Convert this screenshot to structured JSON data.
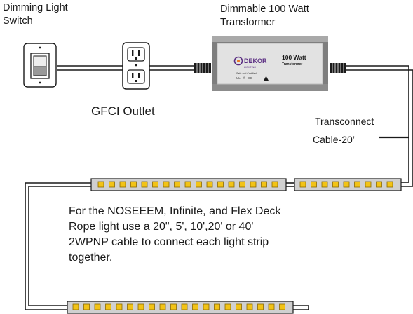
{
  "labels": {
    "switch_line1": "Dimming Light",
    "switch_line2": "Switch",
    "transformer_line1": "Dimmable 100 Watt",
    "transformer_line2": "Transformer",
    "outlet": "GFCI Outlet",
    "cable_line1": "Transconnect",
    "cable_line2": "Cable-20’"
  },
  "transformer_box": {
    "brand": "DEKOR",
    "brand_sub": "LIGHTING",
    "model_line1": "100 Watt",
    "model_line2": "Transformer",
    "cert_line1": "Safe and Certified",
    "cert_line2": "UL · ® · CE"
  },
  "note": {
    "lines": [
      "For the NOSEEEM, Infinite, and Flex Deck",
      "Rope light use a 20\", 5', 10',20' or 40'",
      "2WPNP cable to connect each light strip",
      "together."
    ]
  },
  "colors": {
    "wire": "#1a1a1a",
    "strip_body": "#cfcfcf",
    "led_fill": "#f2c316",
    "led_border": "#8a6a00",
    "brand_purple": "#5a2d82",
    "brand_orange": "#e87722",
    "transformer_body": "#dcdcdc",
    "transformer_cap": "#8c8c8c"
  },
  "icons": [
    "dimmer-switch-icon",
    "gfci-outlet-icon",
    "transformer-icon",
    "led-strip-icon",
    "warning-triangle-icon"
  ]
}
